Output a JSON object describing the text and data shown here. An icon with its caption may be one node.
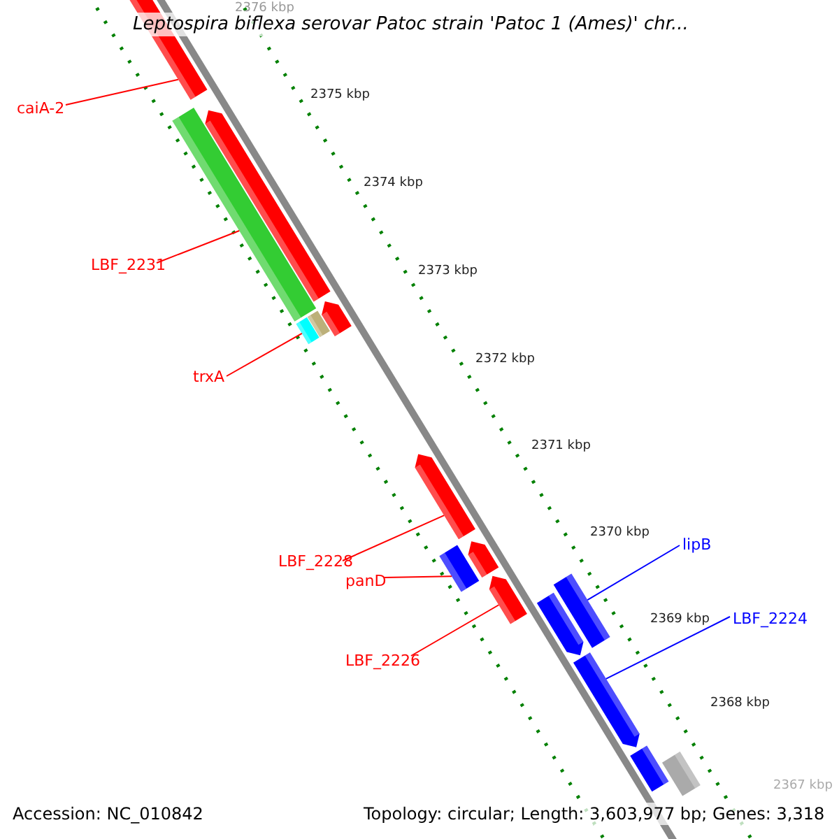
{
  "diagram": {
    "title": "Leptospira biflexa serovar Patoc strain 'Patoc 1 (Ames)' chr...",
    "nodes": [
      {
        "text": [
          "caiA-2"
        ]
      },
      {
        "text": [],
        "shape": "bar"
      },
      {
        "text": [
          "LBF_2231"
        ]
      },
      {
        "text": [],
        "shape": "bar"
      },
      {
        "text": [
          "trxA"
        ]
      },
      {
        "text": [],
        "shape": "bar"
      },
      {
        "text": [
          "LBF_2228"
        ]
      },
      {
        "text": [],
        "shape": "bar"
      },
      {
        "text": [
          "panD"
        ]
      },
      {
        "text": [],
        "shape": "bar"
      },
      {
        "text": [
          "LBF_2226"
        ]
      },
      {
        "text": [],
        "shape": "bar"
      },
      {
        "text": [
          "lipB"
        ]
      },
      {
        "text": [],
        "shape": "bar"
      },
      {
        "text": [
          "LBF_2224"
        ]
      },
      {
        "text": [],
        "shape": "bar"
      },
      {
        "text": [],
        "shape": "bar"
      },
      {
        "text": [],
        "shape": "bar"
      },
      {
        "text": [],
        "shape": "bar"
      },
      {
        "text": [],
        "shape": "bar"
      },
      {
        "text": [],
        "shape": "bar"
      },
      {
        "text": [],
        "shape": "bar"
      },
      {
        "text": [],
        "shape": "bar"
      }
    ],
    "edges": [
      {
        "from": 0,
        "to": 1,
        "arrow": "none"
      },
      {
        "from": 2,
        "to": 3,
        "arrow": "none"
      },
      {
        "from": 4,
        "to": 5,
        "arrow": "none"
      },
      {
        "from": 6,
        "to": 7,
        "arrow": "none"
      },
      {
        "from": 8,
        "to": 9,
        "arrow": "none"
      },
      {
        "from": 10,
        "to": 11,
        "arrow": "none"
      },
      {
        "from": 12,
        "to": 13,
        "arrow": "none",
        "color": "#0000ff"
      },
      {
        "from": 14,
        "to": 15,
        "arrow": "none",
        "color": "#0000ff"
      }
    ],
    "labels": [
      "2376 kbp",
      "2375 kbp",
      "2374 kbp",
      "2373 kbp",
      "2372 kbp",
      "2371 kbp",
      "2370 kbp",
      "2369 kbp",
      "2368 kbp",
      "2367 kbp",
      "Accession: NC_010842",
      "Topology: circular; Length: 3,603,977 bp; Genes: 3,318"
    ]
  }
}
